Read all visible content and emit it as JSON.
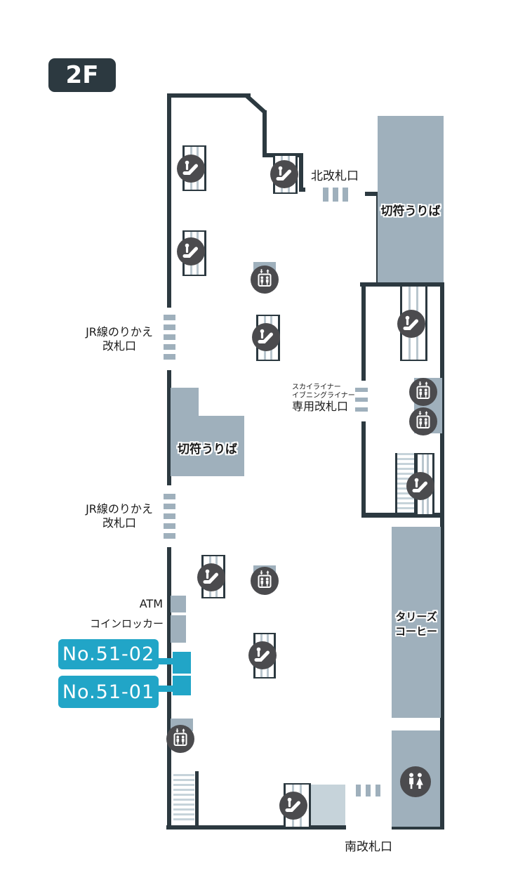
{
  "floor": {
    "label": "2F"
  },
  "gates": {
    "north": "北改札口",
    "south": "南改札口",
    "jr_transfer": {
      "line1": "JR線のりかえ",
      "line2": "改札口"
    },
    "skyliner": {
      "line1": "スカイライナー",
      "line2": "イブニングライナー",
      "line3": "専用改札口"
    }
  },
  "facilities": {
    "ticket_office": "切符うりば",
    "atm": "ATM",
    "coin_locker": "コインロッカー",
    "tullys": {
      "line1": "タリーズ",
      "line2": "コーヒー"
    }
  },
  "signs": {
    "no_51_02": "No.51-02",
    "no_51_01": "No.51-01"
  },
  "icons": {
    "escalator": "escalator-icon",
    "elevator": "elevator-icon",
    "restroom": "restroom-icon"
  },
  "colors": {
    "wall_dark": "#2C3940",
    "icon_circle": "#4B4B4E",
    "area_gray_blue": "#9FB0BC",
    "area_light_gray": "#C6D3DA",
    "accent_cyan": "#21A5C7",
    "text": "#1a1a1a",
    "background": "#ffffff"
  }
}
